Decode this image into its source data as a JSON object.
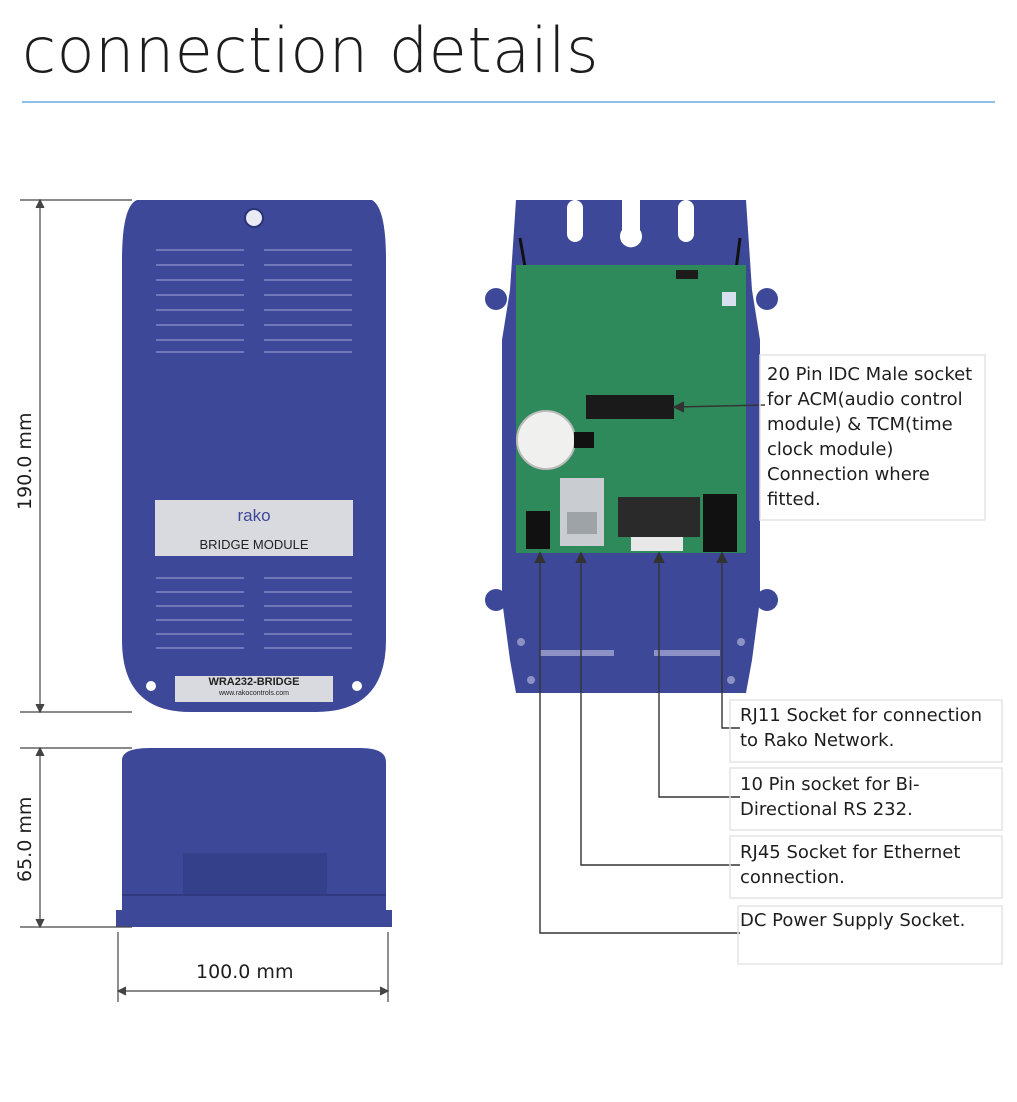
{
  "page": {
    "title": "connection details"
  },
  "dimensions": {
    "height_main": "190.0 mm",
    "height_side": "65.0 mm",
    "width": "100.0 mm"
  },
  "front_view": {
    "brand": "rako",
    "label": "BRIDGE MODULE",
    "model": "WRA232-BRIDGE",
    "website": "www.rakocontrols.com"
  },
  "callouts": {
    "idc": [
      "20 Pin IDC Male socket",
      "for ACM(audio control",
      "module) & TCM(time",
      "clock module)",
      "Connection where",
      "fitted."
    ],
    "rj11": [
      "RJ11 Socket for connection",
      "to Rako Network."
    ],
    "pin10": [
      "10 Pin socket for Bi-",
      "Directional RS 232."
    ],
    "rj45": [
      "RJ45 Socket for Ethernet",
      "connection."
    ],
    "dc": [
      "DC Power Supply Socket."
    ]
  },
  "colors": {
    "enclosure": "#3d4898",
    "pcb": "#2f8a5b",
    "rule": "#8fbfe8"
  }
}
